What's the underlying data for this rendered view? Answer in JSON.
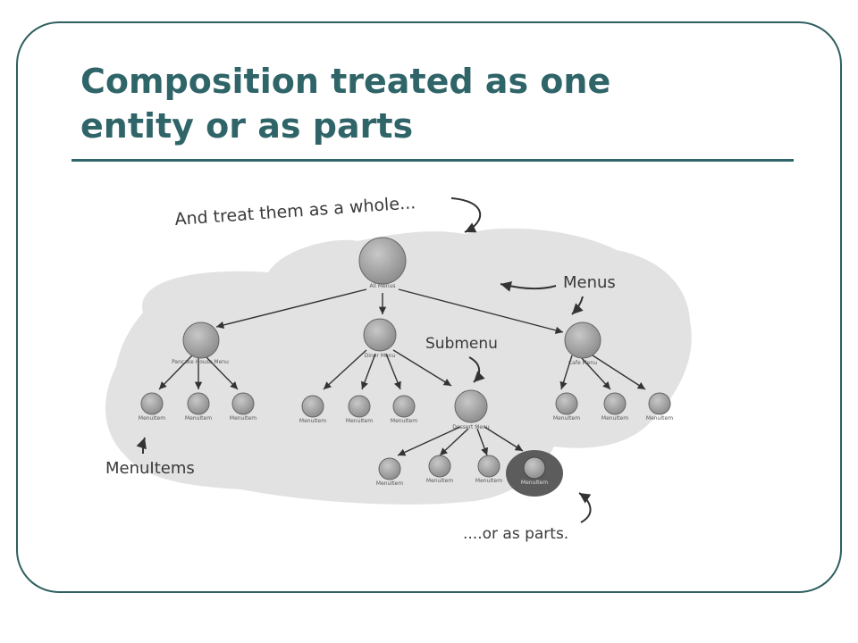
{
  "title": {
    "line1": "Composition treated as one",
    "line2": "entity or as parts"
  },
  "colors": {
    "accent": "#2f6468",
    "frame": "#2f5f60",
    "cloud": "#e3e3e3",
    "node": "#a9a9a9",
    "highlight": "#5a5a5a"
  },
  "annotations": {
    "whole": "And treat them as a whole...",
    "menus": "Menus",
    "submenu": "Submenu",
    "menuitems": "MenuItems",
    "parts": "....or as parts."
  },
  "nodes": {
    "root": "All Menus",
    "pancake": "Pancake House Menu",
    "diner": "Diner Menu",
    "cafe": "Cafe Menu",
    "dessert": "Dessert Menu",
    "item": "MenuItem"
  }
}
